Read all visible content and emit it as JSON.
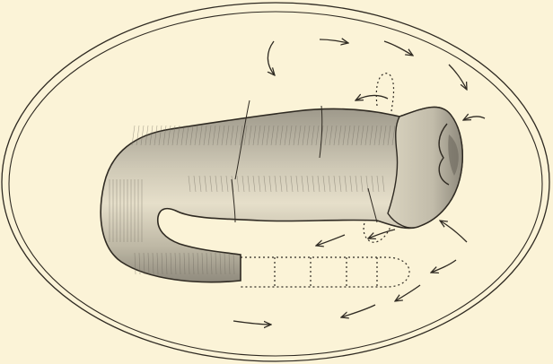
{
  "figure": {
    "background_color": "#fbf3d7",
    "ink_color": "#2f2a22",
    "shade_color": "#a8a395",
    "highlight_color": "#ece6d2",
    "elements": [
      "egg-outer-ellipse",
      "egg-inner-ellipse",
      "larva-body",
      "larva-segment-lines",
      "dotted-future-segments",
      "dotted-appendage-buds",
      "flow-arrows"
    ],
    "arrow_count": 13
  }
}
